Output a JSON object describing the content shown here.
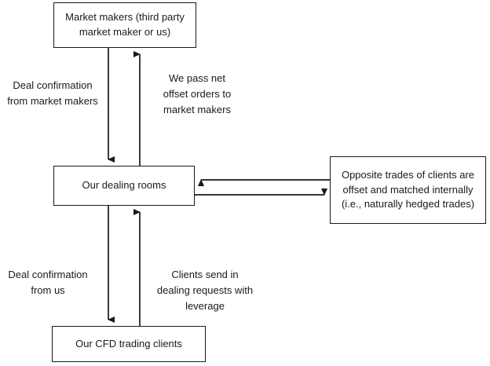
{
  "diagram": {
    "title_text": "",
    "stroke_color": "#1a1a1a",
    "text_color": "#1a1a1a",
    "background_color": "#ffffff",
    "nodes": [
      {
        "id": "market-makers",
        "text": "Market makers (third party market maker or us)"
      },
      {
        "id": "dealing-rooms",
        "text": "Our dealing rooms"
      },
      {
        "id": "internal-offset",
        "text": "Opposite trades of clients are offset and matched internally (i.e., naturally hedged trades)"
      },
      {
        "id": "cfd-clients",
        "text": "Our CFD trading clients"
      }
    ],
    "edge_labels": [
      {
        "id": "deal-confirmation-from-market-makers",
        "text": "Deal confirmation\nfrom market makers"
      },
      {
        "id": "we-pass-net-offset-orders",
        "text": "We pass net\noffset orders to\nmarket makers"
      },
      {
        "id": "deal-confirmation-from-us",
        "text": "Deal confirmation\nfrom us"
      },
      {
        "id": "clients-send-dealing-requests",
        "text": "Clients send in\ndealing requests with\nleverage"
      }
    ]
  }
}
